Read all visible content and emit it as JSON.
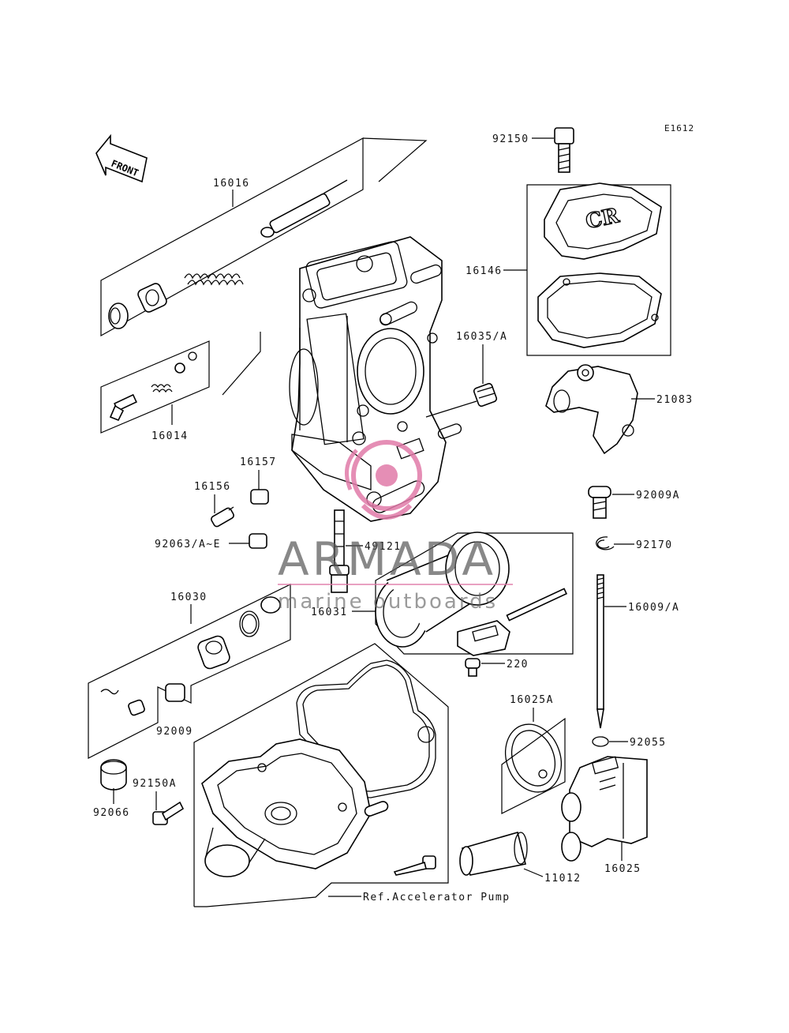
{
  "figure_code": "E1612",
  "front_label": "FRONT",
  "labels": {
    "p92150": "92150",
    "p16016": "16016",
    "p16146": "16146",
    "p16035": "16035/A",
    "p21083": "21083",
    "p16014": "16014",
    "p16157": "16157",
    "p16156": "16156",
    "p92009A": "92009A",
    "p92170": "92170",
    "p92063": "92063/A~E",
    "p49121": "49121",
    "p16030": "16030",
    "p16031": "16031",
    "p16009": "16009/A",
    "p220": "220",
    "p16025A": "16025A",
    "p92009": "92009",
    "p92055": "92055",
    "p92150A": "92150A",
    "p92066": "92066",
    "p11012": "11012",
    "p16025": "16025",
    "ref": "Ref.Accelerator Pump"
  },
  "watermark": {
    "brand": "ARMADA",
    "tagline": "marine outboards",
    "logo_color": "#e07aa8"
  }
}
